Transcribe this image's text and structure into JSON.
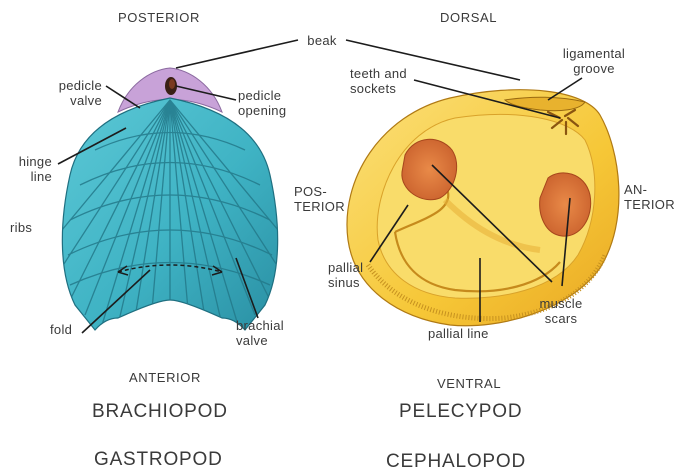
{
  "brachiopod_side": {
    "orientation_top": "POSTERIOR",
    "orientation_bottom": "ANTERIOR",
    "name": "BRACHIOPOD",
    "labels": {
      "pedicle_valve": [
        "pedicle",
        "valve"
      ],
      "pedicle_opening": [
        "pedicle",
        "opening"
      ],
      "hinge_line": [
        "hinge",
        "line"
      ],
      "ribs": "ribs",
      "fold": "fold",
      "brachial_valve": [
        "brachial",
        "valve"
      ]
    }
  },
  "pelecypod_side": {
    "orientation_top": "DORSAL",
    "orientation_bottom": "VENTRAL",
    "orientation_left": [
      "POS-",
      "TERIOR"
    ],
    "orientation_right": [
      "AN-",
      "TERIOR"
    ],
    "name": "PELECYPOD",
    "labels": {
      "ligamental_groove": [
        "ligamental",
        "groove"
      ],
      "teeth_and_sockets": [
        "teeth and",
        "sockets"
      ],
      "pallial_sinus": [
        "pallial",
        "sinus"
      ],
      "pallial_line": "pallial line",
      "muscle_scars": [
        "muscle",
        "scars"
      ]
    }
  },
  "shared_labels": {
    "beak": "beak"
  },
  "footer_names": {
    "left": "GASTROPOD",
    "right": "CEPHALOPOD"
  },
  "colors": {
    "brachiopod_shell": "#3fb3c4",
    "brachiopod_shell_dark": "#2a8fa3",
    "pedicle_valve": "#c8a2d8",
    "pelecypod_shell": "#f6c737",
    "pelecypod_inner": "#f9dc6a",
    "muscle_scar": "#d9743a",
    "text": "#3a3a3a"
  }
}
